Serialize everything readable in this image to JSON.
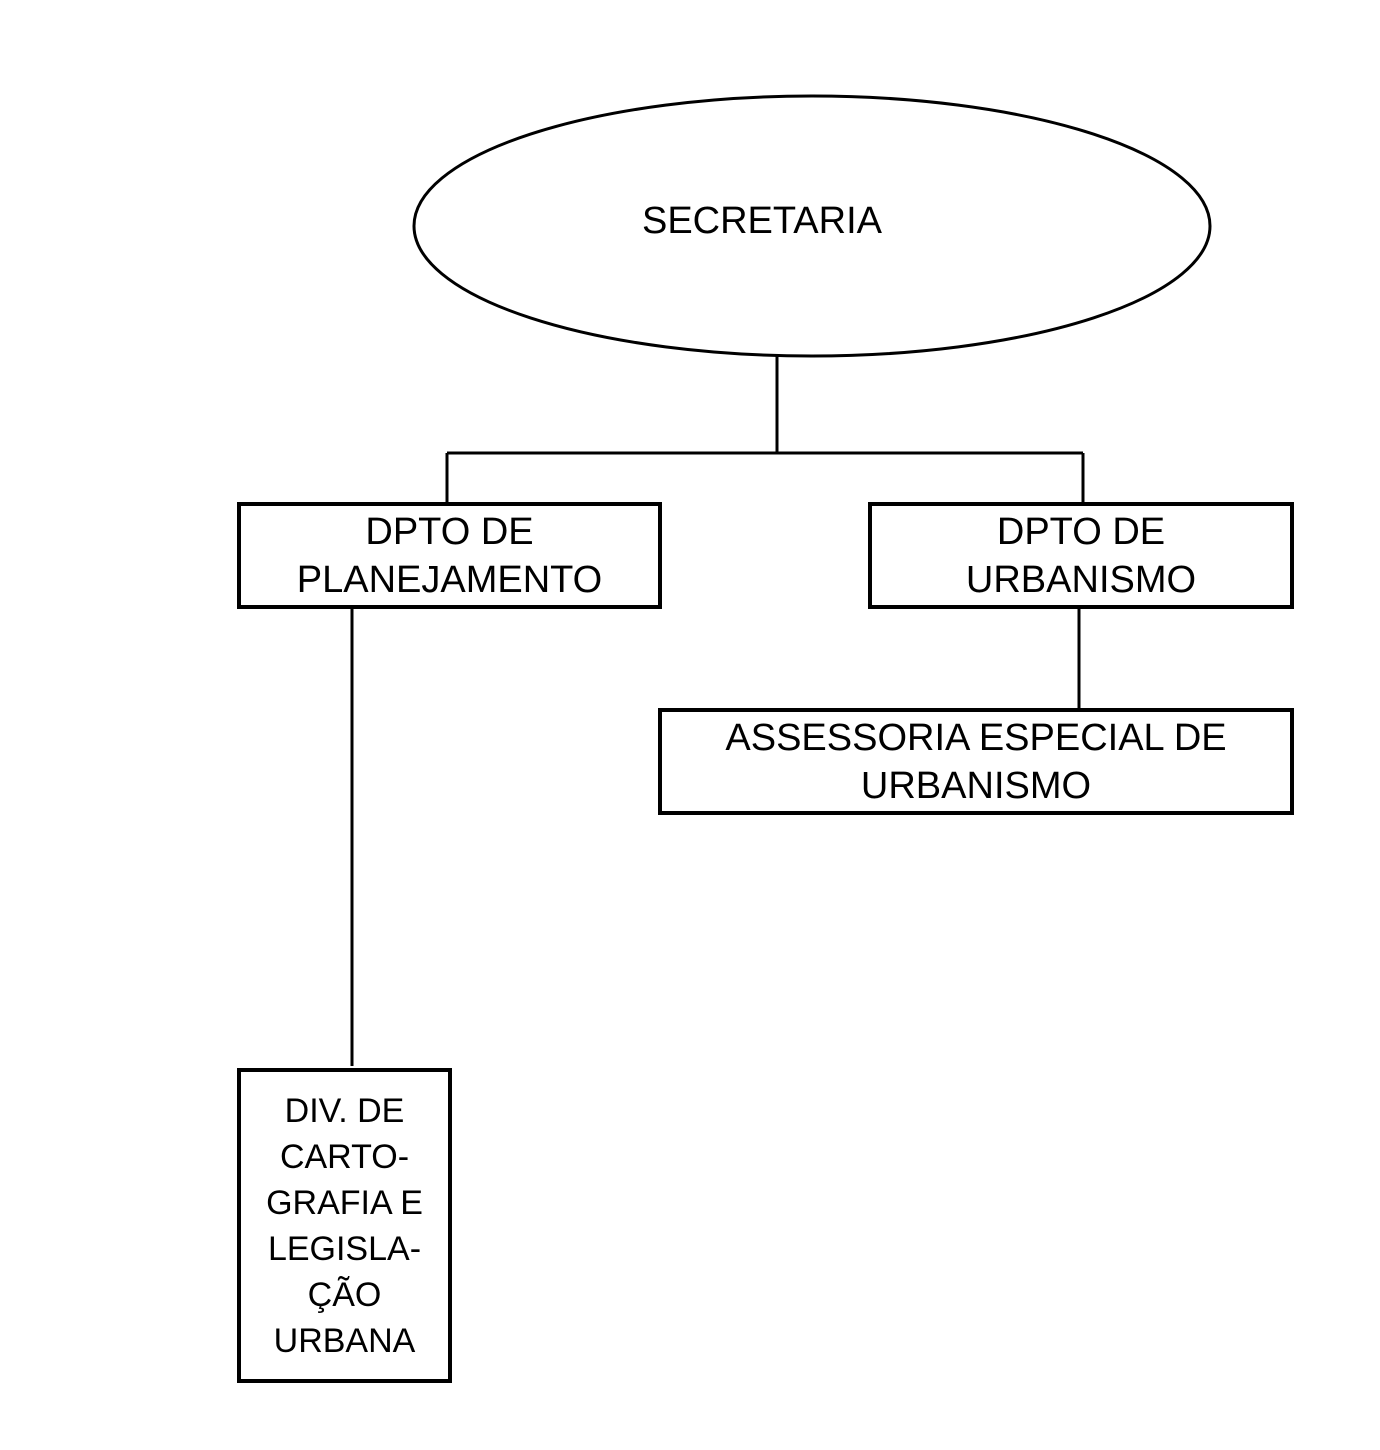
{
  "diagram": {
    "type": "org-chart",
    "colors": {
      "stroke": "#000000",
      "fill": "#ffffff",
      "text": "#000000"
    },
    "root": {
      "label_lines": [
        "SECRETARIA"
      ]
    },
    "departments": [
      {
        "id": "planejamento",
        "label_lines": [
          "DPTO DE",
          "PLANEJAMENTO"
        ]
      },
      {
        "id": "urbanismo",
        "label_lines": [
          "DPTO DE",
          "URBANISMO"
        ]
      }
    ],
    "sub_units": [
      {
        "id": "assessoria",
        "parent": "urbanismo",
        "label_lines": [
          "ASSESSORIA ESPECIAL DE",
          "URBANISMO"
        ]
      },
      {
        "id": "divisao",
        "parent": "planejamento",
        "label_lines": [
          "DIV. DE",
          "CARTO-",
          "GRAFIA E",
          "LEGISLA-",
          "ÇÃO",
          "URBANA"
        ]
      }
    ]
  }
}
